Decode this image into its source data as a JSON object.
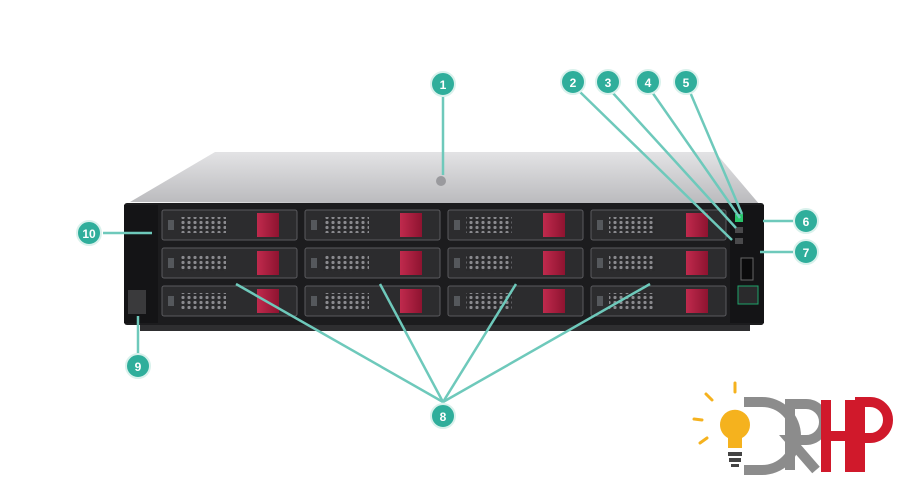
{
  "diagram": {
    "callouts": [
      "1",
      "2",
      "3",
      "4",
      "5",
      "6",
      "7",
      "8",
      "9",
      "10"
    ]
  },
  "logo": {
    "text": "DRHP",
    "colors": {
      "bulb": "#f5b21e",
      "grey": "#8c8c8c",
      "red": "#d0192b"
    }
  },
  "colors": {
    "callout": "#2fae9b",
    "leader": "#6ec9bb",
    "chassis_front": "#1c1c1e",
    "chassis_top": "#c9c9cb",
    "drive_latch": "#b01d3f"
  }
}
